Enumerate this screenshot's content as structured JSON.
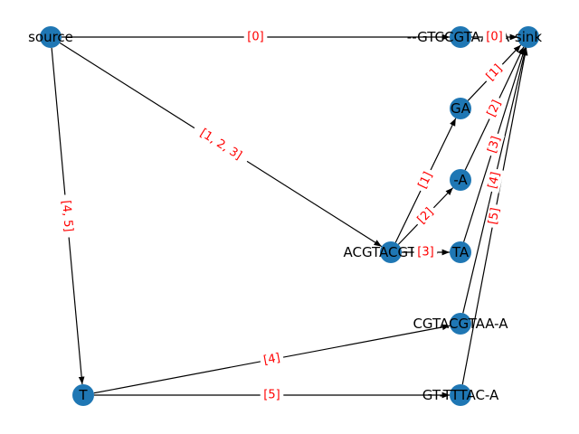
{
  "graph": {
    "nodes": [
      {
        "id": "source",
        "label": "source"
      },
      {
        "id": "top",
        "label": "--GTCCGTAAGA-"
      },
      {
        "id": "sink",
        "label": "sink"
      },
      {
        "id": "GA",
        "label": "GA"
      },
      {
        "id": "minusA",
        "label": "-A"
      },
      {
        "id": "mid",
        "label": "ACGTACGTAC-"
      },
      {
        "id": "TA",
        "label": "TA"
      },
      {
        "id": "CGTA",
        "label": "CGTACGTAA-A"
      },
      {
        "id": "T",
        "label": "T"
      },
      {
        "id": "GTT",
        "label": "GT-TTTAC-A"
      }
    ],
    "edges": [
      {
        "id": "e0",
        "from": "source",
        "to": "top",
        "label": "[0]"
      },
      {
        "id": "e1",
        "from": "top",
        "to": "sink",
        "label": "[0]"
      },
      {
        "id": "e2",
        "from": "source",
        "to": "mid",
        "label": "[1, 2, 3]"
      },
      {
        "id": "e3",
        "from": "source",
        "to": "T",
        "label": "[4, 5]"
      },
      {
        "id": "e4",
        "from": "mid",
        "to": "GA",
        "label": "[1]"
      },
      {
        "id": "e5",
        "from": "mid",
        "to": "minusA",
        "label": "[2]"
      },
      {
        "id": "e6",
        "from": "mid",
        "to": "TA",
        "label": "[3]"
      },
      {
        "id": "e7",
        "from": "GA",
        "to": "sink",
        "label": "[1]"
      },
      {
        "id": "e8",
        "from": "minusA",
        "to": "sink",
        "label": "[2]"
      },
      {
        "id": "e9",
        "from": "TA",
        "to": "sink",
        "label": "[3]"
      },
      {
        "id": "e10",
        "from": "CGTA",
        "to": "sink",
        "label": "[4]"
      },
      {
        "id": "e11",
        "from": "GTT",
        "to": "sink",
        "label": "[5]"
      },
      {
        "id": "e12",
        "from": "T",
        "to": "CGTA",
        "label": "[4]"
      },
      {
        "id": "e13",
        "from": "T",
        "to": "GTT",
        "label": "[5]"
      }
    ]
  },
  "colors": {
    "node_fill": "#1f77b4",
    "edge": "#000000",
    "edge_label": "#ff0000",
    "background": "#ffffff"
  }
}
